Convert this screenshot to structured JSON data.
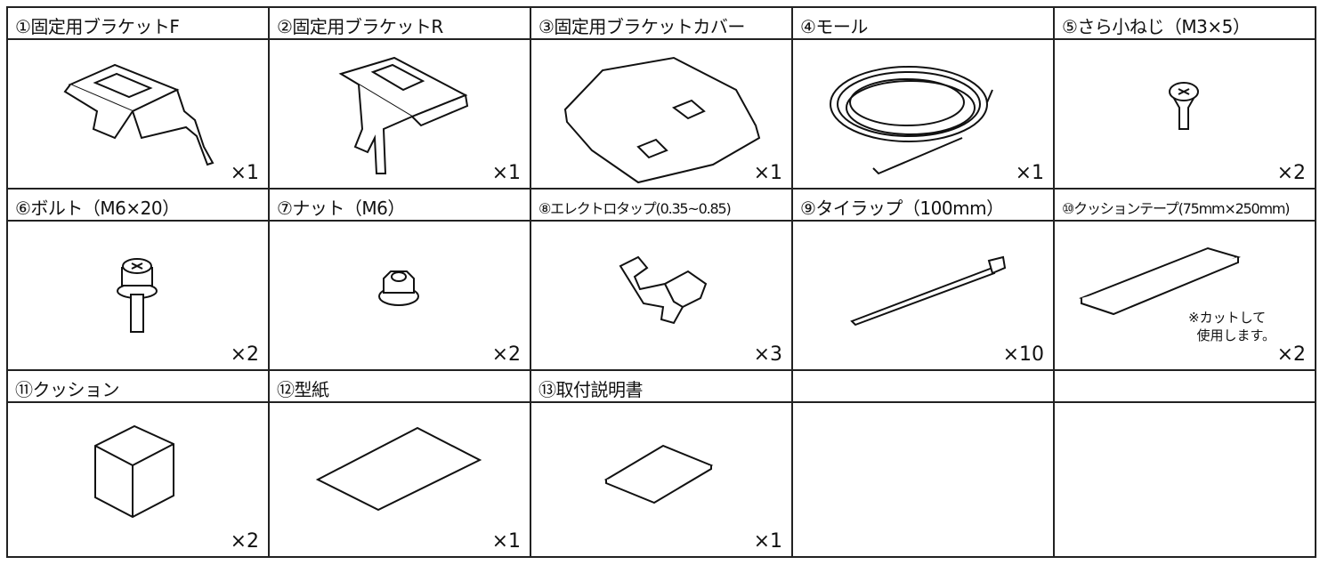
{
  "parts": [
    {
      "label": "①固定用ブラケットF",
      "qty": "×1",
      "icon": "bracket-f"
    },
    {
      "label": "②固定用ブラケットR",
      "qty": "×1",
      "icon": "bracket-r"
    },
    {
      "label": "③固定用ブラケットカバー",
      "qty": "×1",
      "icon": "bracket-cover"
    },
    {
      "label": "④モール",
      "qty": "×1",
      "icon": "molding-coil"
    },
    {
      "label": "⑤さら小ねじ（M3×5）",
      "qty": "×2",
      "icon": "flat-screw"
    },
    {
      "label": "⑥ボルト（M6×20）",
      "qty": "×2",
      "icon": "bolt"
    },
    {
      "label": "⑦ナット（M6）",
      "qty": "×2",
      "icon": "nut"
    },
    {
      "label": "⑧エレクトロタップ(0.35~0.85)",
      "qty": "×3",
      "icon": "electro-tap"
    },
    {
      "label": "⑨タイラップ（100mm）",
      "qty": "×10",
      "icon": "cable-tie"
    },
    {
      "label": "⑩クッションテープ(75mm×250mm)",
      "qty": "×2",
      "icon": "cushion-tape",
      "note1": "※カットして",
      "note2": "使用します。"
    },
    {
      "label": "⑪クッション",
      "qty": "×2",
      "icon": "cushion-cube"
    },
    {
      "label": "⑫型紙",
      "qty": "×1",
      "icon": "template-sheet"
    },
    {
      "label": "⑬取付説明書",
      "qty": "×1",
      "icon": "manual"
    }
  ]
}
